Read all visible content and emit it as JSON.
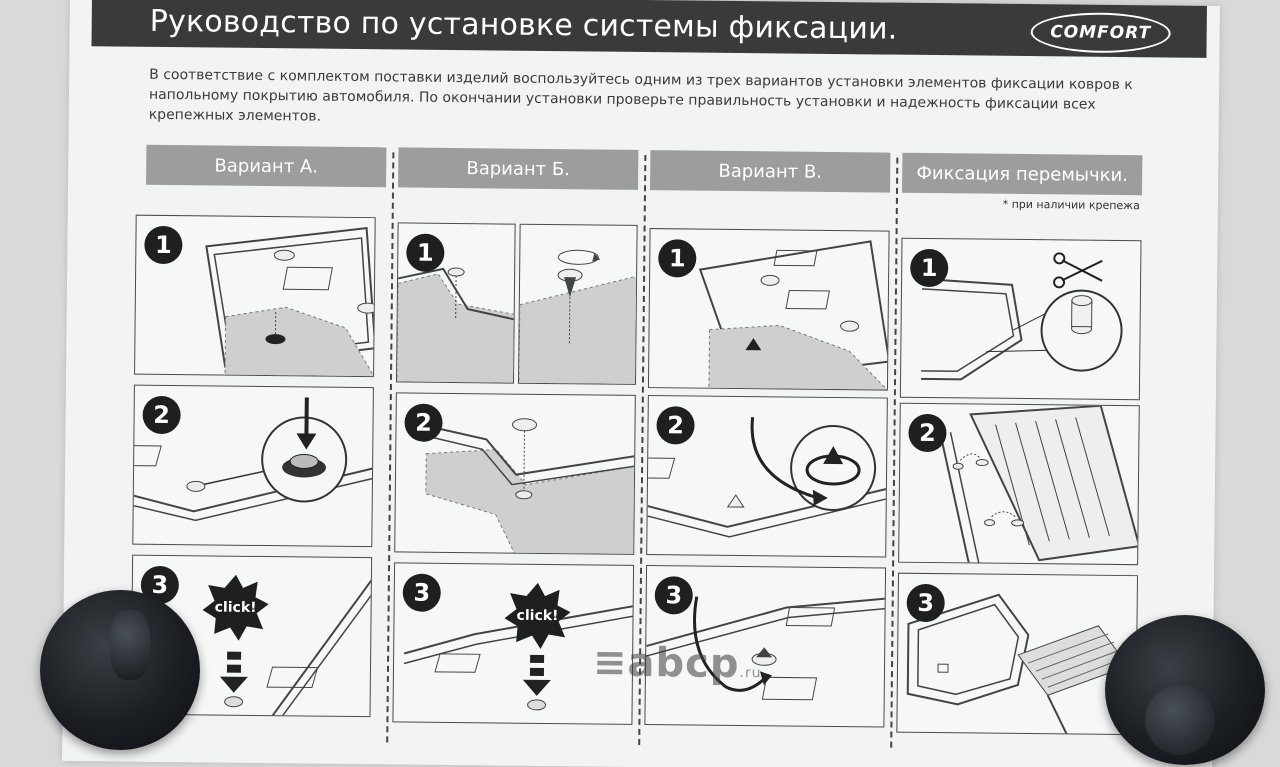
{
  "header": {
    "title": "Руководство по установке системы фиксации.",
    "logo": "COMFORT"
  },
  "intro": "В соответствие с комплектом поставки изделий воспользуйтесь одним из трех вариантов установки элементов фиксации ковров к напольному покрытию автомобиля. По окончании установки проверьте правильность установки и надежность фиксации всех крепежных элементов.",
  "columns": [
    {
      "title": "Вариант А.",
      "note": ""
    },
    {
      "title": "Вариант Б.",
      "note": ""
    },
    {
      "title": "Вариант В.",
      "note": ""
    },
    {
      "title": "Фиксация перемычки.",
      "note": "* при наличии крепежа"
    }
  ],
  "steps": [
    "1",
    "2",
    "3"
  ],
  "click_label": "click!",
  "watermark": {
    "brand": "≡abcp",
    "suffix": ".ru"
  },
  "colors": {
    "header_bg": "#3a3a3a",
    "column_head_bg": "#9d9d9d",
    "sheet_bg": "#f2f3f3"
  }
}
